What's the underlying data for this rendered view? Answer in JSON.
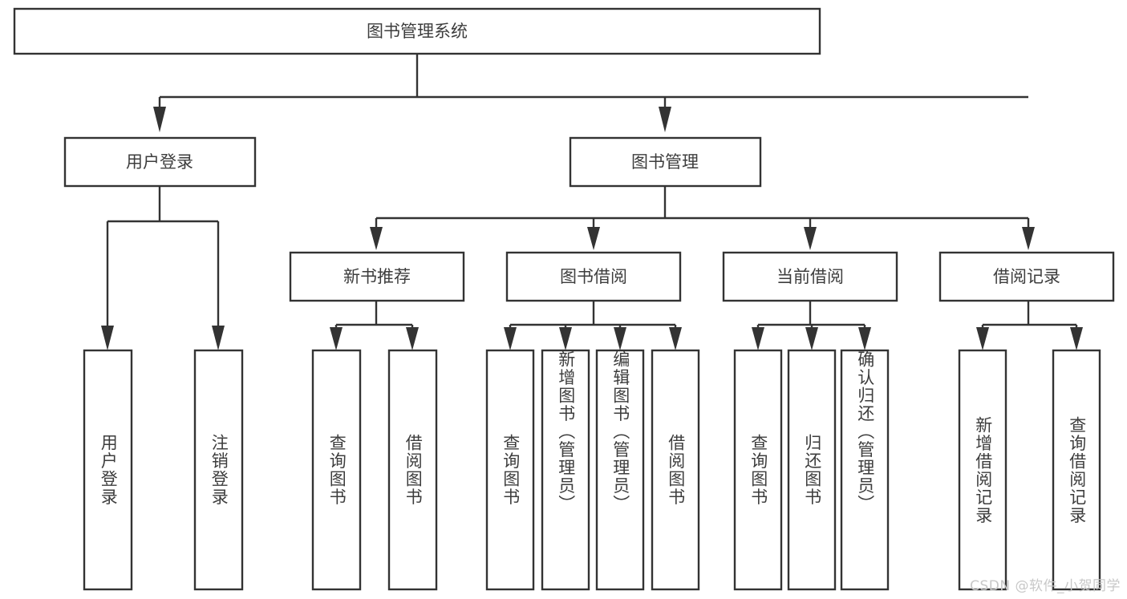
{
  "diagram": {
    "type": "tree-hierarchy",
    "title": "图书管理系统",
    "watermark": "CSDN @软件_小贺同学",
    "colors": {
      "background": "#ffffff",
      "box_fill": "#ffffff",
      "box_stroke": "#333333",
      "text": "#3d3d3d",
      "watermark": "#c8c8c8"
    },
    "root": {
      "label": "图书管理系统"
    },
    "level2": [
      {
        "label": "用户登录"
      },
      {
        "label": "图书管理"
      }
    ],
    "level3": [
      {
        "label": "新书推荐"
      },
      {
        "label": "图书借阅"
      },
      {
        "label": "当前借阅"
      },
      {
        "label": "借阅记录"
      }
    ],
    "leaves": {
      "user_login": [
        {
          "label": "用户登录"
        },
        {
          "label": "注销登录"
        }
      ],
      "new_book_recommend": [
        {
          "label": "查询图书"
        },
        {
          "label": "借阅图书"
        }
      ],
      "book_borrow": [
        {
          "label": "查询图书"
        },
        {
          "label": "新增图书（管理员）"
        },
        {
          "label": "编辑图书（管理员）"
        },
        {
          "label": "借阅图书"
        }
      ],
      "current_borrow": [
        {
          "label": "查询图书"
        },
        {
          "label": "归还图书"
        },
        {
          "label": "确认归还（管理员）"
        }
      ],
      "borrow_record": [
        {
          "label": "新增借阅记录"
        },
        {
          "label": "查询借阅记录"
        }
      ]
    }
  }
}
